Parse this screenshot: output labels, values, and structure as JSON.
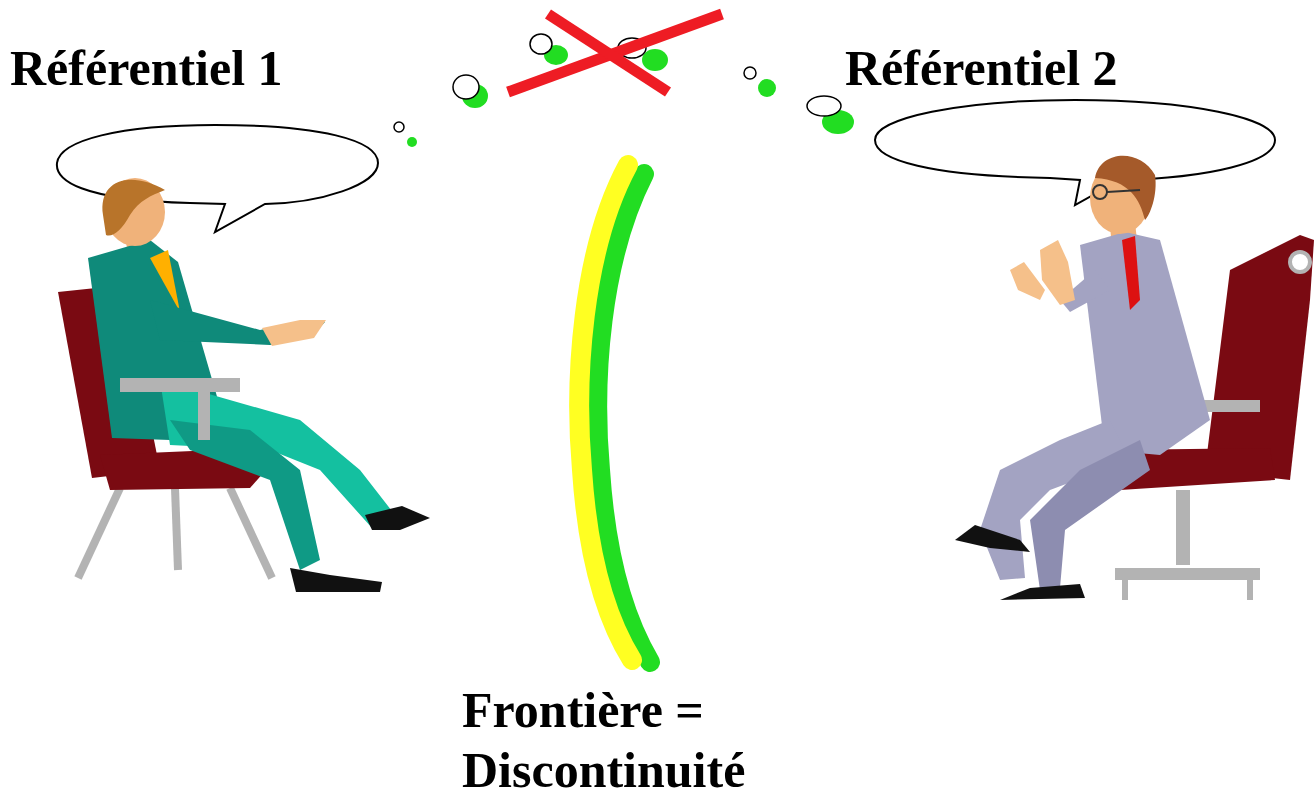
{
  "diagram": {
    "labels": [
      "Référentiel 1",
      "Référentiel 2",
      "Frontière = Discontinuité"
    ]
  }
}
